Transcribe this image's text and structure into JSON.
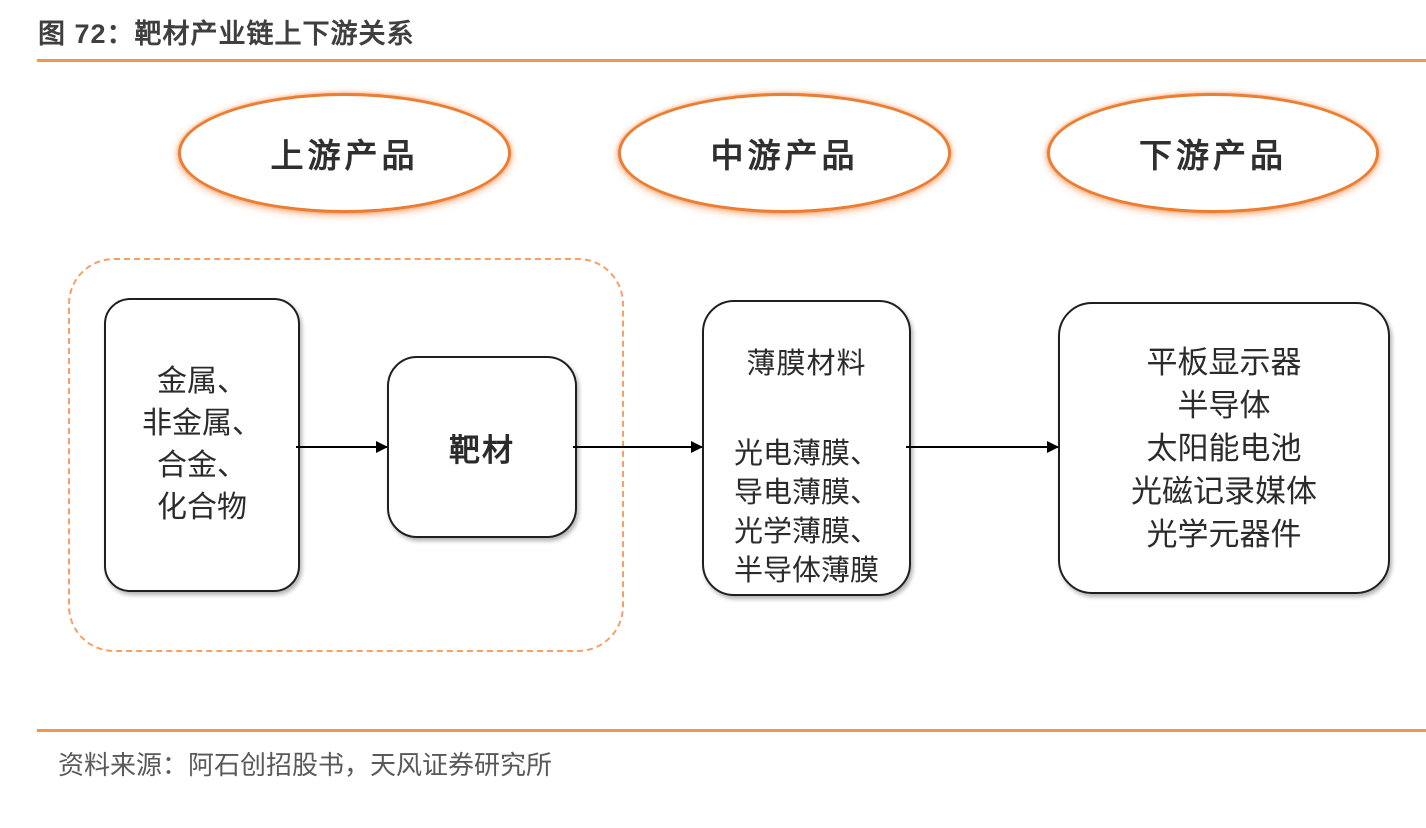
{
  "figure": {
    "title": "图 72：靶材产业链上下游关系",
    "source": "资料来源：阿石创招股书，天风证券研究所"
  },
  "colors": {
    "accent_orange": "#ED7D31",
    "rule_orange": "#F0964F",
    "dashed_border_orange": "#F5A066",
    "box_border": "#1F1F1F",
    "title_text": "#3F3F3F",
    "body_text": "#2B2B2B",
    "source_text": "#595959"
  },
  "stages": [
    {
      "label": "上游产品"
    },
    {
      "label": "中游产品"
    },
    {
      "label": "下游产品"
    }
  ],
  "nodes": {
    "raw_materials": {
      "lines": [
        "金属、",
        "非金属、",
        "合金、",
        "化合物"
      ]
    },
    "target": {
      "label": "靶材"
    },
    "films": {
      "heading": "薄膜材料",
      "lines": [
        "光电薄膜、",
        "导电薄膜、",
        "光学薄膜、",
        "半导体薄膜"
      ]
    },
    "applications": {
      "lines": [
        "平板显示器",
        "半导体",
        "太阳能电池",
        "光磁记录媒体",
        "光学元器件"
      ]
    }
  }
}
